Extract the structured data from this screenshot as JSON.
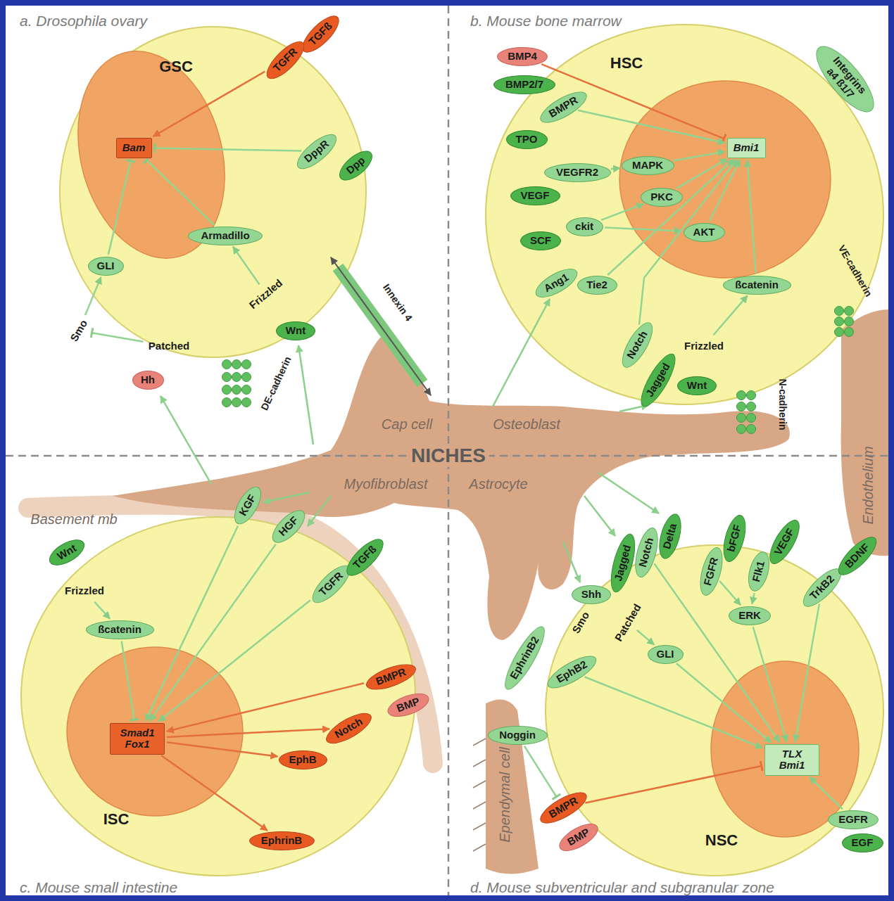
{
  "diagram": {
    "nodes": [
      {
        "text": [
          "GSC"
        ]
      },
      {
        "text": [
          "TGFß"
        ]
      },
      {
        "text": [
          "TGFR"
        ]
      },
      {
        "text": [
          "Bam"
        ],
        "in": 0
      },
      {
        "text": [
          "DppR"
        ]
      },
      {
        "text": [
          "Dpp"
        ]
      },
      {
        "text": [
          "Armadillo"
        ],
        "in": 0
      },
      {
        "text": [
          "GLI"
        ],
        "in": 0
      },
      {
        "text": [
          "Smo"
        ]
      },
      {
        "text": [
          "Patched"
        ]
      },
      {
        "text": [
          "Hh"
        ]
      },
      {
        "text": [
          "Frizzled"
        ]
      },
      {
        "text": [
          "Wnt"
        ]
      },
      {
        "text": [
          "HSC"
        ]
      },
      {
        "text": [
          "BMP4"
        ]
      },
      {
        "text": [
          "BMP2/7"
        ]
      },
      {
        "text": [
          "BMPR"
        ]
      },
      {
        "text": [
          "Integrins a4 ß1/7"
        ]
      },
      {
        "text": [
          "TPO"
        ]
      },
      {
        "text": [
          "VEGFR2"
        ]
      },
      {
        "text": [
          "VEGF"
        ]
      },
      {
        "text": [
          "MAPK"
        ],
        "in": 13
      },
      {
        "text": [
          "PKC"
        ],
        "in": 13
      },
      {
        "text": [
          "Bmi1"
        ],
        "in": 13
      },
      {
        "text": [
          "AKT"
        ],
        "in": 13
      },
      {
        "text": [
          "ckit"
        ]
      },
      {
        "text": [
          "SCF"
        ]
      },
      {
        "text": [
          "Ang1"
        ]
      },
      {
        "text": [
          "Tie2"
        ]
      },
      {
        "text": [
          "ßcatenin"
        ],
        "in": 13
      },
      {
        "text": [
          "Notch"
        ]
      },
      {
        "text": [
          "Jagged"
        ]
      },
      {
        "text": [
          "Frizzled"
        ]
      },
      {
        "text": [
          "Wnt"
        ]
      },
      {
        "text": [
          "ISC"
        ]
      },
      {
        "text": [
          "KGF"
        ]
      },
      {
        "text": [
          "HGF"
        ]
      },
      {
        "text": [
          "TGFR"
        ]
      },
      {
        "text": [
          "TGFß"
        ]
      },
      {
        "text": [
          "Wnt"
        ]
      },
      {
        "text": [
          "Frizzled"
        ]
      },
      {
        "text": [
          "ßcatenin"
        ],
        "in": 34
      },
      {
        "text": [
          "BMPR"
        ]
      },
      {
        "text": [
          "BMP"
        ]
      },
      {
        "text": [
          "Smad1 Fox1"
        ],
        "in": 34
      },
      {
        "text": [
          "Notch"
        ]
      },
      {
        "text": [
          "EphB"
        ]
      },
      {
        "text": [
          "EphrinB"
        ]
      },
      {
        "text": [
          "NSC"
        ]
      },
      {
        "text": [
          "Shh"
        ]
      },
      {
        "text": [
          "Jagged"
        ]
      },
      {
        "text": [
          "Notch"
        ]
      },
      {
        "text": [
          "Delta"
        ]
      },
      {
        "text": [
          "Patched"
        ]
      },
      {
        "text": [
          "Smo"
        ]
      },
      {
        "text": [
          "FGFR"
        ]
      },
      {
        "text": [
          "bFGF"
        ]
      },
      {
        "text": [
          "Flk1"
        ]
      },
      {
        "text": [
          "VEGF"
        ]
      },
      {
        "text": [
          "TrkB2"
        ]
      },
      {
        "text": [
          "BDNF"
        ]
      },
      {
        "text": [
          "EphrinB2"
        ]
      },
      {
        "text": [
          "EphB2"
        ]
      },
      {
        "text": [
          "GLI"
        ],
        "in": 48
      },
      {
        "text": [
          "ERK"
        ],
        "in": 48
      },
      {
        "text": [
          "TLX Bmi1"
        ],
        "in": 48
      },
      {
        "text": [
          "Noggin"
        ]
      },
      {
        "text": [
          "BMPR"
        ]
      },
      {
        "text": [
          "BMP"
        ]
      },
      {
        "text": [
          "EGFR"
        ]
      },
      {
        "text": [
          "EGF"
        ]
      }
    ],
    "edges": [
      {
        "from": 2,
        "to": 3,
        "arrow": "to"
      },
      {
        "from": 4,
        "to": 3,
        "arrow": "to"
      },
      {
        "from": 6,
        "to": 3,
        "arrow": "to"
      },
      {
        "from": 7,
        "to": 3,
        "arrow": "to"
      },
      {
        "from": 8,
        "to": 7,
        "arrow": "to"
      },
      {
        "from": 11,
        "to": 6,
        "arrow": "to"
      },
      {
        "from": 9,
        "to": 8,
        "arrow": "to"
      },
      {
        "from": 14,
        "to": 23,
        "arrow": "to"
      },
      {
        "from": 16,
        "to": 23,
        "arrow": "to"
      },
      {
        "from": 19,
        "to": 21,
        "arrow": "to"
      },
      {
        "from": 25,
        "to": 22,
        "arrow": "to"
      },
      {
        "from": 25,
        "to": 24,
        "arrow": "to"
      },
      {
        "from": 21,
        "to": 23,
        "arrow": "to"
      },
      {
        "from": 22,
        "to": 23,
        "arrow": "to"
      },
      {
        "from": 24,
        "to": 23,
        "arrow": "to"
      },
      {
        "from": 28,
        "to": 23,
        "arrow": "to"
      },
      {
        "from": 29,
        "to": 23,
        "arrow": "to"
      },
      {
        "from": 32,
        "to": 29,
        "arrow": "to"
      },
      {
        "from": 30,
        "to": 23,
        "arrow": "to"
      },
      {
        "from": 40,
        "to": 41,
        "arrow": "to"
      },
      {
        "from": 41,
        "to": 44,
        "arrow": "to"
      },
      {
        "from": 35,
        "to": 44,
        "arrow": "to"
      },
      {
        "from": 36,
        "to": 44,
        "arrow": "to"
      },
      {
        "from": 37,
        "to": 44,
        "arrow": "to"
      },
      {
        "from": 42,
        "to": 44,
        "arrow": "to"
      },
      {
        "from": 44,
        "to": 45,
        "arrow": "to"
      },
      {
        "from": 44,
        "to": 46,
        "arrow": "to"
      },
      {
        "from": 44,
        "to": 47,
        "arrow": "to"
      },
      {
        "from": 53,
        "to": 63,
        "arrow": "to"
      },
      {
        "from": 51,
        "to": 65,
        "arrow": "to"
      },
      {
        "from": 63,
        "to": 65,
        "arrow": "to"
      },
      {
        "from": 55,
        "to": 64,
        "arrow": "to"
      },
      {
        "from": 57,
        "to": 64,
        "arrow": "to"
      },
      {
        "from": 64,
        "to": 65,
        "arrow": "to"
      },
      {
        "from": 59,
        "to": 65,
        "arrow": "to"
      },
      {
        "from": 62,
        "to": 65,
        "arrow": "to"
      },
      {
        "from": 66,
        "to": 67,
        "arrow": "to"
      },
      {
        "from": 67,
        "to": 65,
        "arrow": "to"
      },
      {
        "from": 69,
        "to": 65,
        "arrow": "to"
      }
    ],
    "labels": [
      "a. Drosophila ovary",
      "b. Mouse bone marrow",
      "c. Mouse small intestine",
      "d. Mouse subventricular and subgranular zone",
      "NICHES",
      "Cap cell",
      "Osteoblast",
      "Myofibroblast",
      "Astrocyte",
      "Endothelium",
      "Ependymal cell",
      "Basement mb",
      "DE-cadherin",
      "Innexin 4",
      "VE-cadherin",
      "N-cadherin"
    ]
  }
}
